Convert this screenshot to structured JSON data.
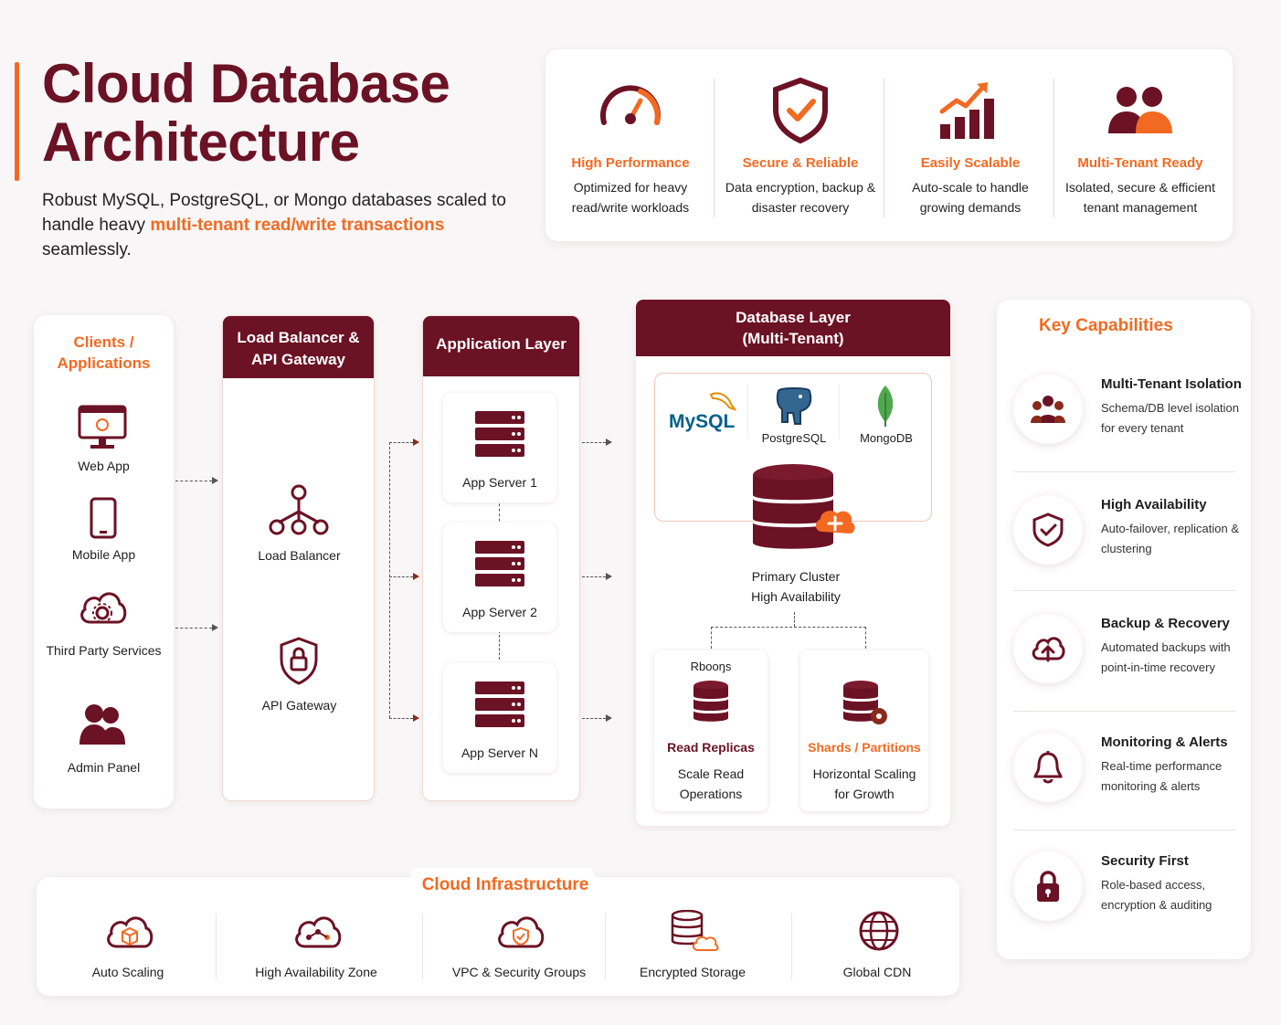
{
  "header": {
    "title_line1": "Cloud Database",
    "title_line2": "Architecture",
    "subtitle_pre": "Robust MySQL, PostgreSQL, or Mongo databases scaled to handle heavy ",
    "subtitle_highlight": "multi-tenant read/write transactions",
    "subtitle_post": " seamlessly."
  },
  "features": [
    {
      "icon": "speedometer-icon",
      "title": "High Performance",
      "desc": "Optimized for heavy read/write workloads"
    },
    {
      "icon": "shield-check-icon",
      "title": "Secure & Reliable",
      "desc": "Data encryption, backup & disaster recovery"
    },
    {
      "icon": "growth-chart-icon",
      "title": "Easily Scalable",
      "desc": "Auto-scale to handle growing demands"
    },
    {
      "icon": "users-icon",
      "title": "Multi-Tenant Ready",
      "desc": "Isolated, secure & efficient tenant management"
    }
  ],
  "clients": {
    "title": "Clients / Applications",
    "items": [
      "Web App",
      "Mobile App",
      "Third Party Services",
      "Admin Panel"
    ]
  },
  "load_balancer": {
    "title": "Load Balancer & API Gateway",
    "items": [
      "Load Balancer",
      "API Gateway"
    ]
  },
  "application": {
    "title": "Application Layer",
    "servers": [
      "App Server 1",
      "App Server 2",
      "App Server N"
    ]
  },
  "database": {
    "title_line1": "Database Layer",
    "title_line2": "(Multi-Tenant)",
    "engines": [
      "MySQL",
      "PostgreSQL",
      "MongoDB"
    ],
    "primary_line1": "Primary Cluster",
    "primary_line2": "High Availability",
    "replicas": {
      "badge": "Rbooŋs",
      "title": "Read Replicas",
      "desc_line1": "Scale Read",
      "desc_line2": "Operations"
    },
    "shards": {
      "title": "Shards / Partitions",
      "desc_line1": "Horizontal Scaling",
      "desc_line2": "for Growth"
    }
  },
  "capabilities": {
    "title": "Key Capabilities",
    "items": [
      {
        "icon": "users-icon",
        "title": "Multi-Tenant Isolation",
        "desc": "Schema/DB level isolation for every tenant"
      },
      {
        "icon": "shield-check-icon",
        "title": "High Availability",
        "desc": "Auto-failover, replication & clustering"
      },
      {
        "icon": "cloud-upload-icon",
        "title": "Backup & Recovery",
        "desc": "Automated backups with point-in-time recovery"
      },
      {
        "icon": "bell-icon",
        "title": "Monitoring & Alerts",
        "desc": "Real-time performance monitoring & alerts"
      },
      {
        "icon": "lock-icon",
        "title": "Security First",
        "desc": "Role-based access, encryption & auditing"
      }
    ]
  },
  "infrastructure": {
    "title": "Cloud Infrastructure",
    "items": [
      "Auto Scaling",
      "High Availability Zone",
      "VPC & Security Groups",
      "Encrypted Storage",
      "Global CDN"
    ]
  },
  "colors": {
    "brand": "#6b1224",
    "accent": "#f26a21",
    "mysql_blue": "#00618a",
    "postgres_blue": "#336791",
    "mongo_green": "#4fa94d"
  }
}
